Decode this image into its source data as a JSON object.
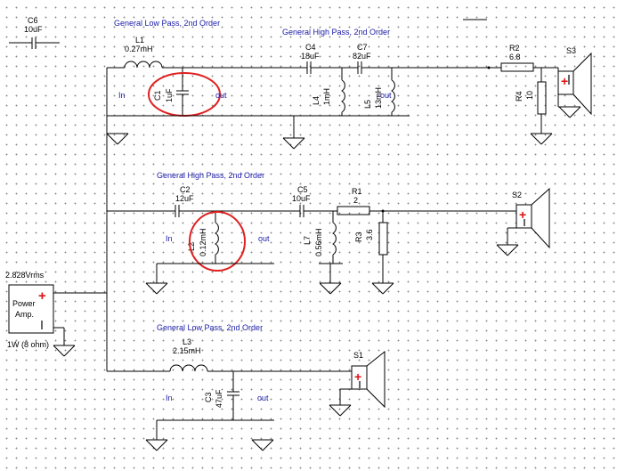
{
  "filters": {
    "top_low_pass": {
      "title": "General Low Pass, 2nd Order",
      "in": "In",
      "out": "out"
    },
    "top_high_pass": {
      "title": "General High Pass, 2nd Order"
    },
    "mid_high_pass": {
      "title": "General High Pass, 2nd Order",
      "in": "In",
      "out": "out"
    },
    "bottom_low_pass": {
      "title": "General Low Pass, 2nd Order",
      "in": "In",
      "out": "out"
    }
  },
  "components": {
    "C6": {
      "ref": "C6",
      "value": "10uF"
    },
    "L1": {
      "ref": "L1",
      "value": "0.27mH"
    },
    "C1": {
      "ref": "C1",
      "value": "1uF"
    },
    "C4": {
      "ref": "C4",
      "value": "18uF"
    },
    "C7": {
      "ref": "C7",
      "value": "82uF"
    },
    "L4": {
      "ref": "L4",
      "value": "1mH"
    },
    "L5": {
      "ref": "L5",
      "value": "13mH"
    },
    "R2": {
      "ref": "R2",
      "value": "6.8"
    },
    "R4": {
      "ref": "R4",
      "value": "10"
    },
    "C2": {
      "ref": "C2",
      "value": "12uF"
    },
    "L2": {
      "ref": "L2",
      "value": "0.12mH"
    },
    "C5": {
      "ref": "C5",
      "value": "10uF"
    },
    "R1": {
      "ref": "R1",
      "value": "2"
    },
    "L7": {
      "ref": "L7",
      "value": "0.56mH"
    },
    "R3": {
      "ref": "R3",
      "value": "3.6"
    },
    "L3": {
      "ref": "L3",
      "value": "2.15mH"
    },
    "C3": {
      "ref": "C3",
      "value": "47uF"
    }
  },
  "speakers": {
    "S1": "S1",
    "S2": "S2",
    "S3": "S3"
  },
  "amp": {
    "voltage": "2.828Vrms",
    "label_line1": "Power",
    "label_line2": "Amp.",
    "power": "1W (8 ohm)"
  },
  "colors": {
    "wire": "#000000",
    "title_text": "#1a1aa8",
    "highlight": "#e02020",
    "terminal_plus": "#e01010"
  }
}
